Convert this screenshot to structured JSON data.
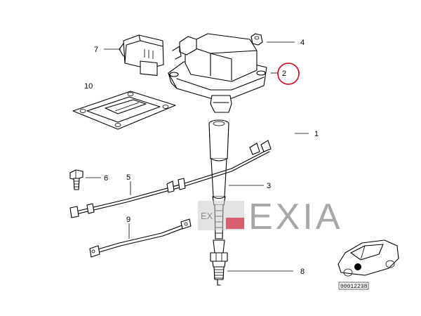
{
  "callouts": {
    "c1": "1",
    "c2": "2",
    "c3": "3",
    "c4": "4",
    "c5": "5",
    "c6": "6",
    "c7": "7",
    "c8": "8",
    "c9": "9",
    "c10": "10"
  },
  "highlight": {
    "callout": "2",
    "color": "#d0021b"
  },
  "watermark": {
    "text": "EXIA",
    "logo_small": "EX"
  },
  "diagram_code": "00012238",
  "colors": {
    "line": "#000000",
    "watermark": "#9a9a9a",
    "accent_red": "#d0021b"
  }
}
